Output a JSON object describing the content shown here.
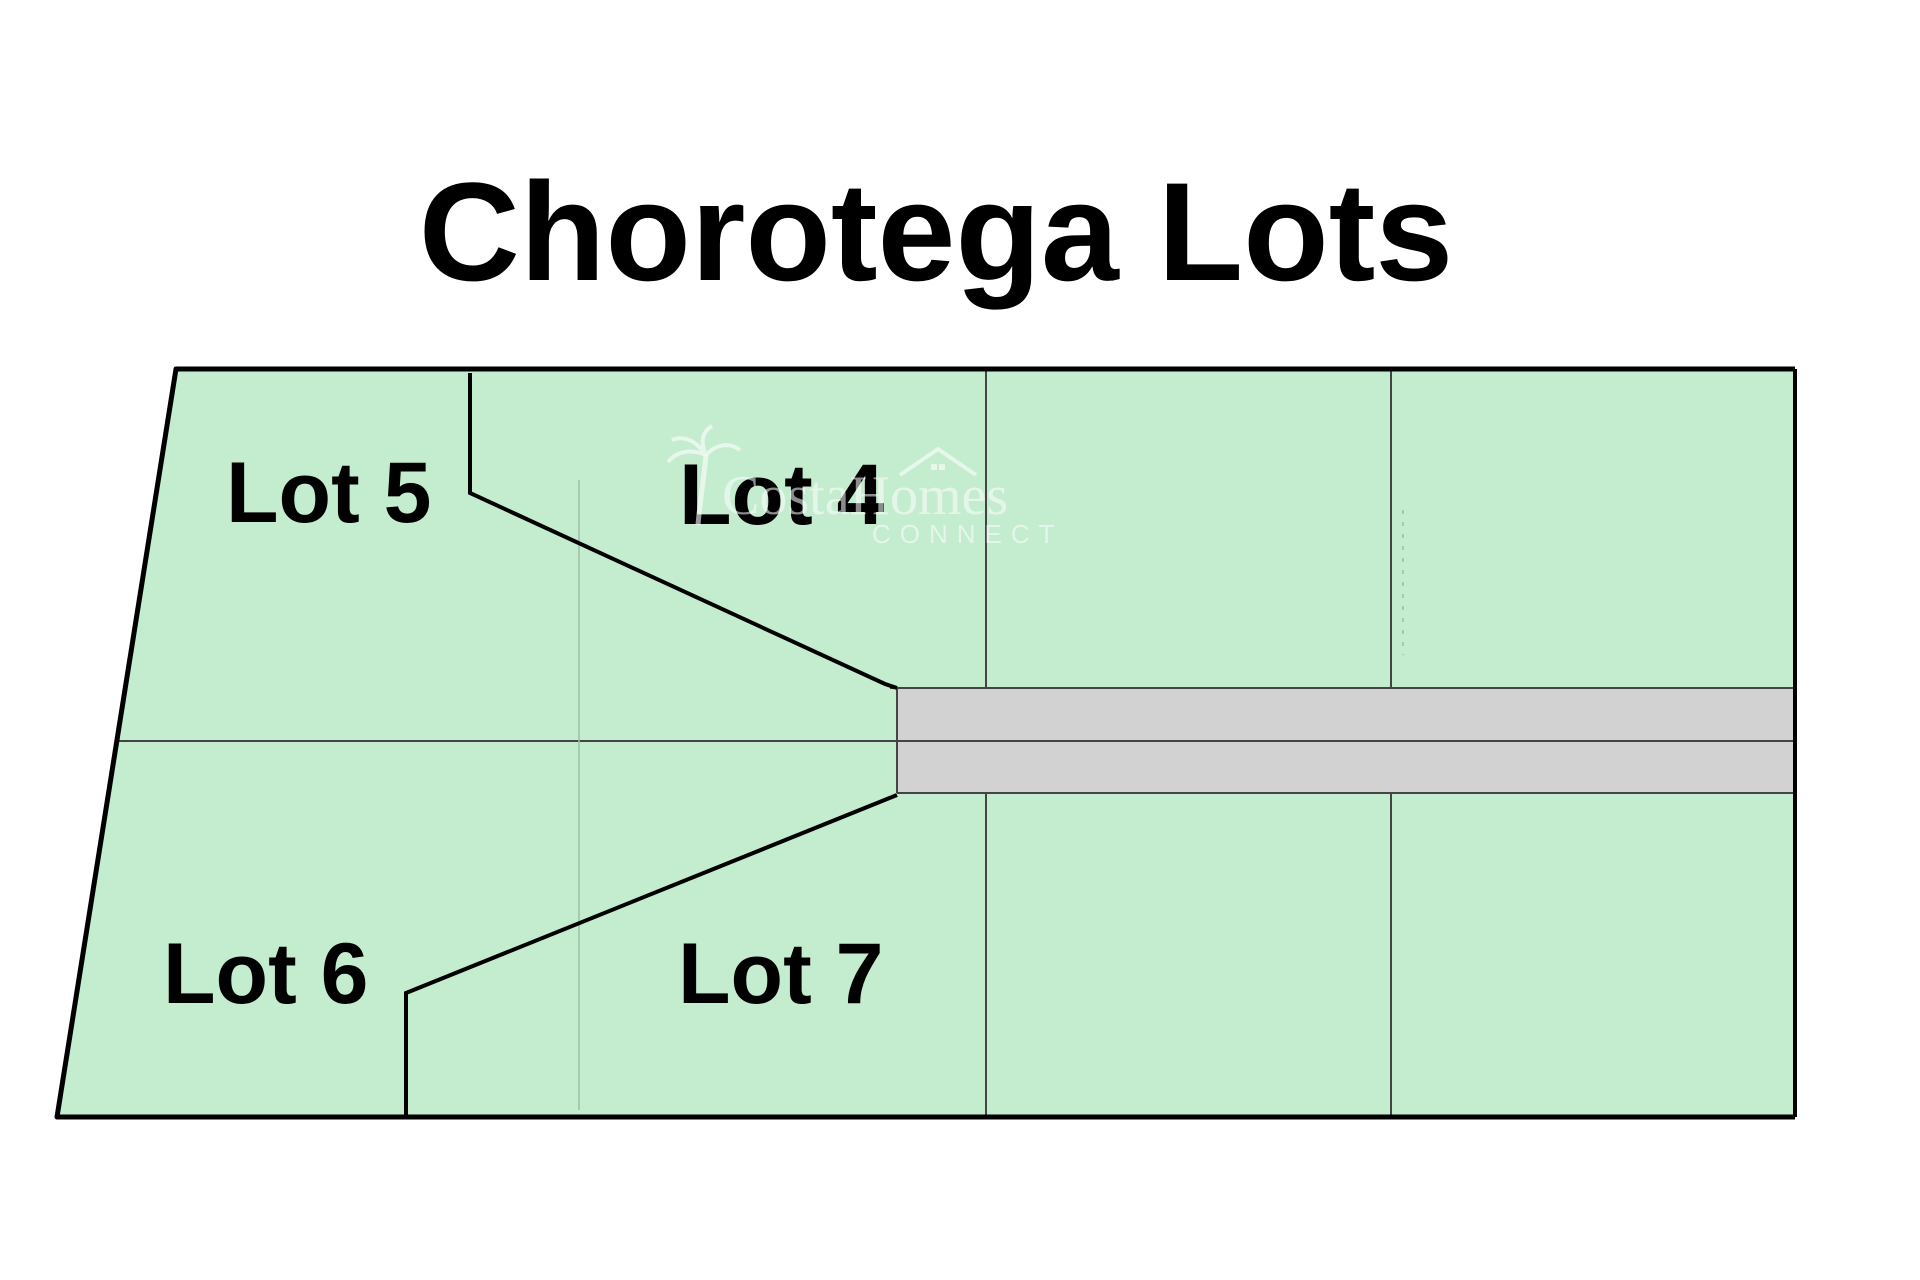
{
  "title": "Chorotega Lots",
  "lots": [
    {
      "id": "lot-5",
      "label": "Lot 5"
    },
    {
      "id": "lot-4",
      "label": "Lot 4"
    },
    {
      "id": "lot-6",
      "label": "Lot 6"
    },
    {
      "id": "lot-7",
      "label": "Lot 7"
    }
  ],
  "watermark": {
    "main": "CostaHomes",
    "sub": "CONNECT"
  },
  "colors": {
    "lot_fill": "#c4ecce",
    "road_fill": "#d2d2d2",
    "boundary": "#000000",
    "watermark": "#ffffff"
  }
}
